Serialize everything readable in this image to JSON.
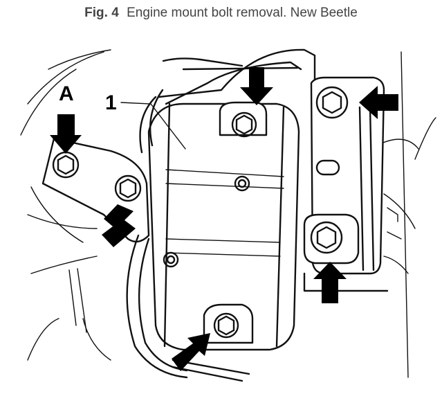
{
  "caption": {
    "figure_label": "Fig. 4",
    "text": "Engine mount bolt removal. New Beetle"
  },
  "callouts": {
    "a": "A",
    "one": "1"
  },
  "colors": {
    "ink": "#111111",
    "arrow": "#000000",
    "caption": "#444444",
    "background": "#ffffff"
  }
}
